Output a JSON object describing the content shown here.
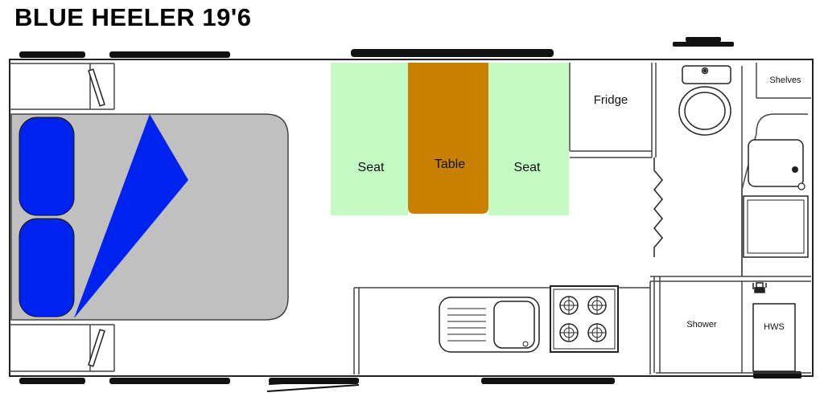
{
  "title": "BLUE HEELER 19'6",
  "rooms": {
    "seat_left": "Seat",
    "table": "Table",
    "seat_right": "Seat",
    "fridge": "Fridge",
    "shelves": "Shelves",
    "shower": "Shower",
    "hws": "HWS"
  },
  "colors": {
    "seat": "#c3fac3",
    "table": "#c98000",
    "bed": "#c0c0c0",
    "pillow": "#0022ee",
    "blanket": "#0022ee"
  },
  "icons": [
    "bed-icon",
    "pillow-icon",
    "toilet-icon",
    "sink-icon",
    "cooktop-icon",
    "vanity-basin-icon",
    "tap-icon",
    "curtain-icon",
    "door-icon"
  ]
}
